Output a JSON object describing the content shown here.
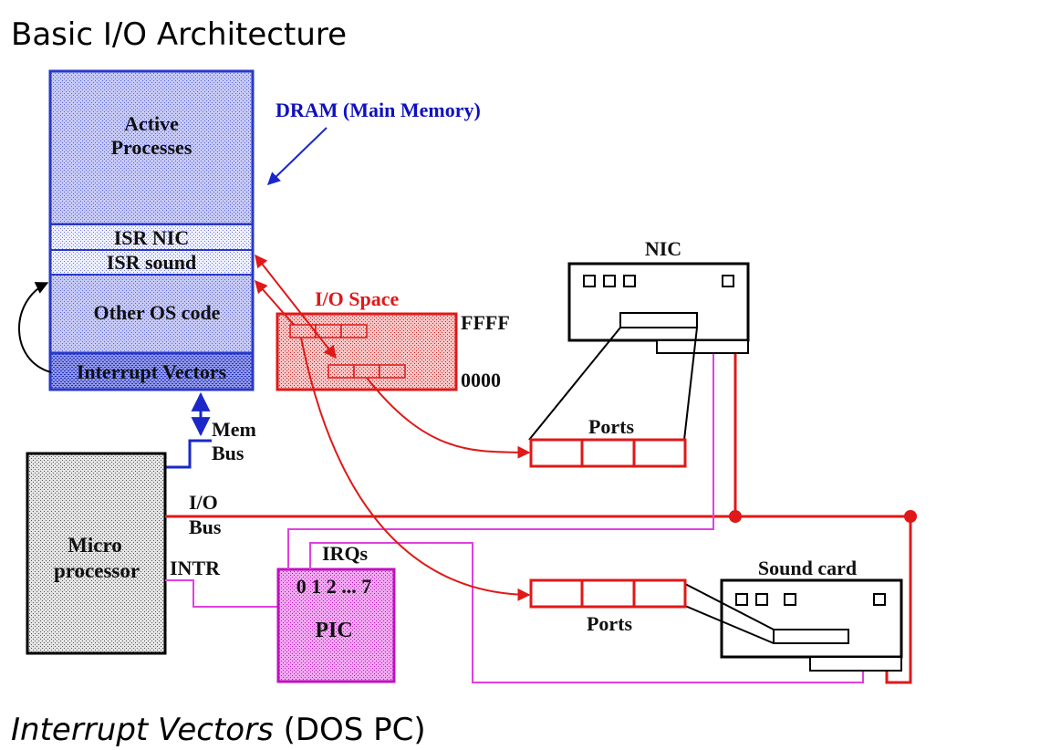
{
  "title": "Basic I/O Architecture",
  "subtitle": {
    "italic": "Interrupt Vectors",
    "normal": " (DOS PC)"
  },
  "memory": {
    "label": "DRAM  (Main  Memory)",
    "active_line1": "Active",
    "active_line2": "Processes",
    "isr_nic": "ISR NIC",
    "isr_sound": "ISR  sound",
    "other_os": "Other  OS  code",
    "interrupt_vectors": "Interrupt  Vectors"
  },
  "io_space": {
    "label": "I/O  Space",
    "high": "FFFF",
    "low": "0000"
  },
  "buses": {
    "mem_1": "Mem",
    "mem_2": "Bus",
    "io_1": "I/O",
    "io_2": "Bus",
    "intr": "INTR"
  },
  "cpu": {
    "line1": "Micro",
    "line2": "processor"
  },
  "pic": {
    "irqs": "IRQs",
    "range": "0 1 2 ... 7",
    "label": "PIC"
  },
  "nic": {
    "label": "NIC",
    "ports": "Ports"
  },
  "sound": {
    "label": "Sound  card",
    "ports": "Ports"
  },
  "colors": {
    "memory_fill": "#b0b6f0",
    "memory_border": "#2838c8",
    "io_red": "#e01818",
    "pic_magenta": "#e040e0",
    "dram_label": "#1010c0"
  }
}
